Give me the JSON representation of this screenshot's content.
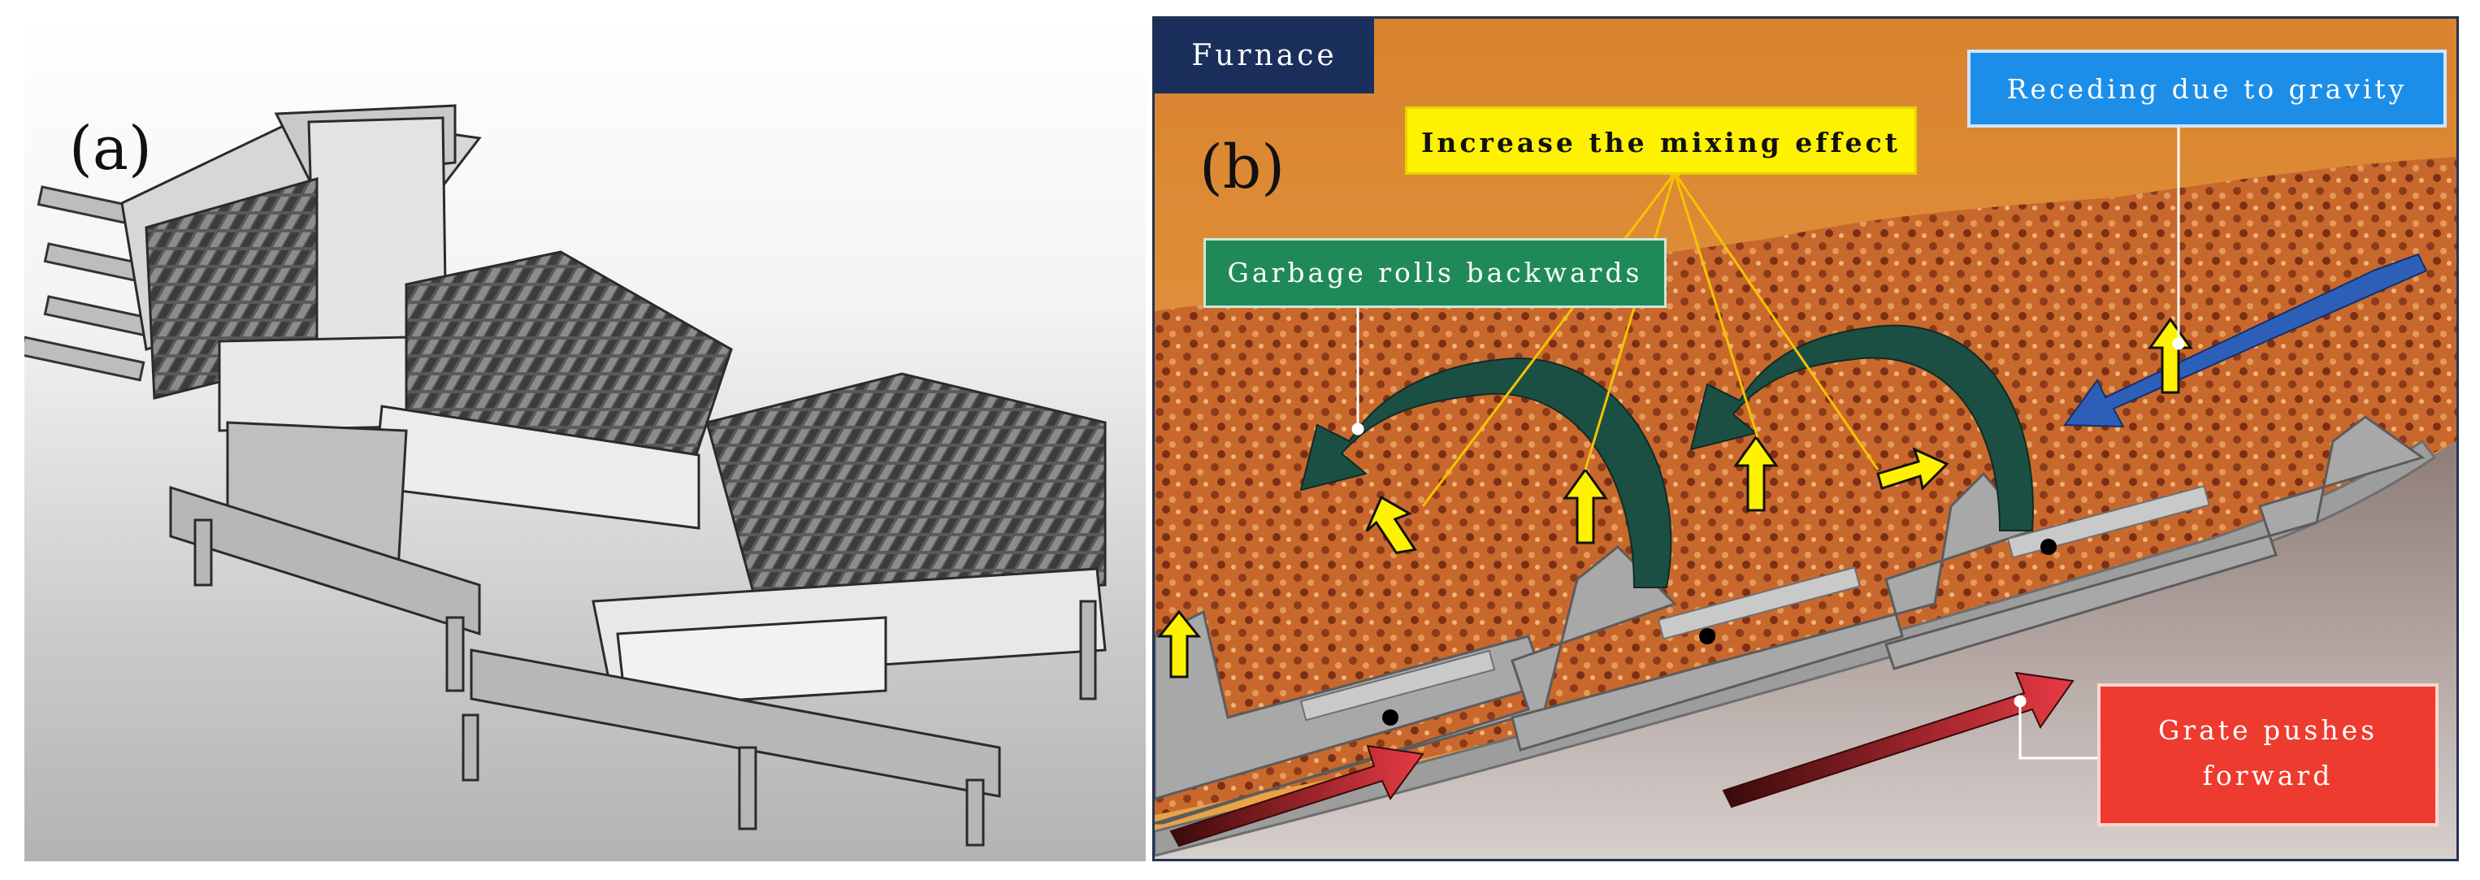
{
  "panel_a": {
    "label": "(a)"
  },
  "panel_b": {
    "label": "(b)",
    "furnace_tag": "Furnace",
    "callouts": {
      "mixing": "Increase the mixing effect",
      "gravity": "Receding due to gravity",
      "rolls": "Garbage rolls backwards",
      "pushes_line1": "Grate pushes",
      "pushes_line2": "forward"
    }
  },
  "colors": {
    "furnace_tag": "#1a2f5c",
    "mixing_callout": "#fff200",
    "gravity_callout": "#1d8ee8",
    "rolls_callout": "#1f8a58",
    "pushes_callout": "#ee3b2f",
    "garbage_bed": "#c8642a",
    "grate_steel": "#a8a8a8",
    "push_arrow": "#e83a44",
    "gravity_arrow": "#2e5fb8",
    "roll_arrow": "#1c4f44",
    "mixing_arrow": "#fff200"
  },
  "icons": [
    "grate-assembly-render",
    "curved-roll-arrow",
    "mixing-arrow",
    "gravity-arrow",
    "push-arrow",
    "pivot-dot"
  ]
}
